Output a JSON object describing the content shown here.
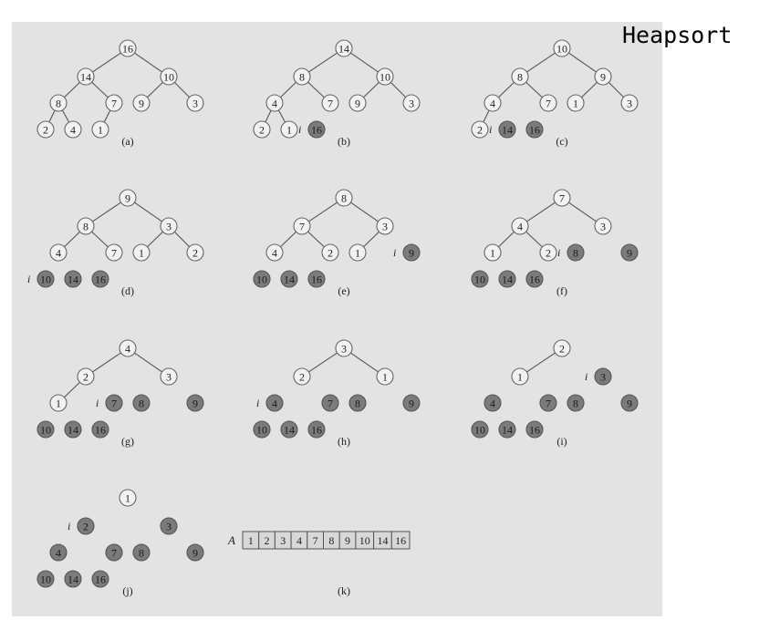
{
  "title": "Heapsort",
  "array_label": "A",
  "array_values": [
    "1",
    "2",
    "3",
    "4",
    "7",
    "8",
    "9",
    "10",
    "14",
    "16"
  ],
  "array_caption": "(k)",
  "panels": [
    {
      "caption": "(a)",
      "cells": [
        {
          "v": "16",
          "s": "n"
        },
        {
          "v": "14",
          "s": "n"
        },
        {
          "v": "10",
          "s": "n"
        },
        {
          "v": "8",
          "s": "n"
        },
        {
          "v": "7",
          "s": "n"
        },
        {
          "v": "9",
          "s": "n"
        },
        {
          "v": "3",
          "s": "n"
        },
        {
          "v": "2",
          "s": "n"
        },
        {
          "v": "4",
          "s": "n"
        },
        {
          "v": "1",
          "s": "n"
        }
      ]
    },
    {
      "caption": "(b)",
      "i": 9,
      "cells": [
        {
          "v": "14",
          "s": "n"
        },
        {
          "v": "8",
          "s": "n"
        },
        {
          "v": "10",
          "s": "n"
        },
        {
          "v": "4",
          "s": "n"
        },
        {
          "v": "7",
          "s": "n"
        },
        {
          "v": "9",
          "s": "n"
        },
        {
          "v": "3",
          "s": "n"
        },
        {
          "v": "2",
          "s": "n"
        },
        {
          "v": "1",
          "s": "n"
        },
        {
          "v": "16",
          "s": "s"
        }
      ]
    },
    {
      "caption": "(c)",
      "i": 8,
      "cells": [
        {
          "v": "10",
          "s": "n"
        },
        {
          "v": "8",
          "s": "n"
        },
        {
          "v": "9",
          "s": "n"
        },
        {
          "v": "4",
          "s": "n"
        },
        {
          "v": "7",
          "s": "n"
        },
        {
          "v": "1",
          "s": "n"
        },
        {
          "v": "3",
          "s": "n"
        },
        {
          "v": "2",
          "s": "n"
        },
        {
          "v": "14",
          "s": "s"
        },
        {
          "v": "16",
          "s": "s"
        }
      ]
    },
    {
      "caption": "(d)",
      "i": 7,
      "cells": [
        {
          "v": "9",
          "s": "n"
        },
        {
          "v": "8",
          "s": "n"
        },
        {
          "v": "3",
          "s": "n"
        },
        {
          "v": "4",
          "s": "n"
        },
        {
          "v": "7",
          "s": "n"
        },
        {
          "v": "1",
          "s": "n"
        },
        {
          "v": "2",
          "s": "n"
        },
        {
          "v": "10",
          "s": "s"
        },
        {
          "v": "14",
          "s": "s"
        },
        {
          "v": "16",
          "s": "s"
        }
      ]
    },
    {
      "caption": "(e)",
      "i": 6,
      "cells": [
        {
          "v": "8",
          "s": "n"
        },
        {
          "v": "7",
          "s": "n"
        },
        {
          "v": "3",
          "s": "n"
        },
        {
          "v": "4",
          "s": "n"
        },
        {
          "v": "2",
          "s": "n"
        },
        {
          "v": "1",
          "s": "n"
        },
        {
          "v": "9",
          "s": "s"
        },
        {
          "v": "10",
          "s": "s"
        },
        {
          "v": "14",
          "s": "s"
        },
        {
          "v": "16",
          "s": "s"
        }
      ]
    },
    {
      "caption": "(f)",
      "i": 5,
      "cells": [
        {
          "v": "7",
          "s": "n"
        },
        {
          "v": "4",
          "s": "n"
        },
        {
          "v": "3",
          "s": "n"
        },
        {
          "v": "1",
          "s": "n"
        },
        {
          "v": "2",
          "s": "n"
        },
        {
          "v": "8",
          "s": "s"
        },
        {
          "v": "9",
          "s": "s"
        },
        {
          "v": "10",
          "s": "s"
        },
        {
          "v": "14",
          "s": "s"
        },
        {
          "v": "16",
          "s": "s"
        }
      ]
    },
    {
      "caption": "(g)",
      "i": 4,
      "cells": [
        {
          "v": "4",
          "s": "n"
        },
        {
          "v": "2",
          "s": "n"
        },
        {
          "v": "3",
          "s": "n"
        },
        {
          "v": "1",
          "s": "n"
        },
        {
          "v": "7",
          "s": "s"
        },
        {
          "v": "8",
          "s": "s"
        },
        {
          "v": "9",
          "s": "s"
        },
        {
          "v": "10",
          "s": "s"
        },
        {
          "v": "14",
          "s": "s"
        },
        {
          "v": "16",
          "s": "s"
        }
      ]
    },
    {
      "caption": "(h)",
      "i": 3,
      "cells": [
        {
          "v": "3",
          "s": "n"
        },
        {
          "v": "2",
          "s": "n"
        },
        {
          "v": "1",
          "s": "n"
        },
        {
          "v": "4",
          "s": "s"
        },
        {
          "v": "7",
          "s": "s"
        },
        {
          "v": "8",
          "s": "s"
        },
        {
          "v": "9",
          "s": "s"
        },
        {
          "v": "10",
          "s": "s"
        },
        {
          "v": "14",
          "s": "s"
        },
        {
          "v": "16",
          "s": "s"
        }
      ]
    },
    {
      "caption": "(i)",
      "i": 2,
      "cells": [
        {
          "v": "2",
          "s": "n"
        },
        {
          "v": "1",
          "s": "n"
        },
        {
          "v": "3",
          "s": "s"
        },
        {
          "v": "4",
          "s": "s"
        },
        {
          "v": "7",
          "s": "s"
        },
        {
          "v": "8",
          "s": "s"
        },
        {
          "v": "9",
          "s": "s"
        },
        {
          "v": "10",
          "s": "s"
        },
        {
          "v": "14",
          "s": "s"
        },
        {
          "v": "16",
          "s": "s"
        }
      ]
    },
    {
      "caption": "(j)",
      "i": 1,
      "cells": [
        {
          "v": "1",
          "s": "n"
        },
        {
          "v": "2",
          "s": "s"
        },
        {
          "v": "3",
          "s": "s"
        },
        {
          "v": "4",
          "s": "s"
        },
        {
          "v": "7",
          "s": "s"
        },
        {
          "v": "8",
          "s": "s"
        },
        {
          "v": "9",
          "s": "s"
        },
        {
          "v": "10",
          "s": "s"
        },
        {
          "v": "14",
          "s": "s"
        },
        {
          "v": "16",
          "s": "s"
        }
      ]
    }
  ],
  "pointer_label": "i",
  "colors": {
    "background": "#e3e3e3",
    "unsorted_node": "#f2f2f2",
    "sorted_node": "#7b7b7b"
  }
}
